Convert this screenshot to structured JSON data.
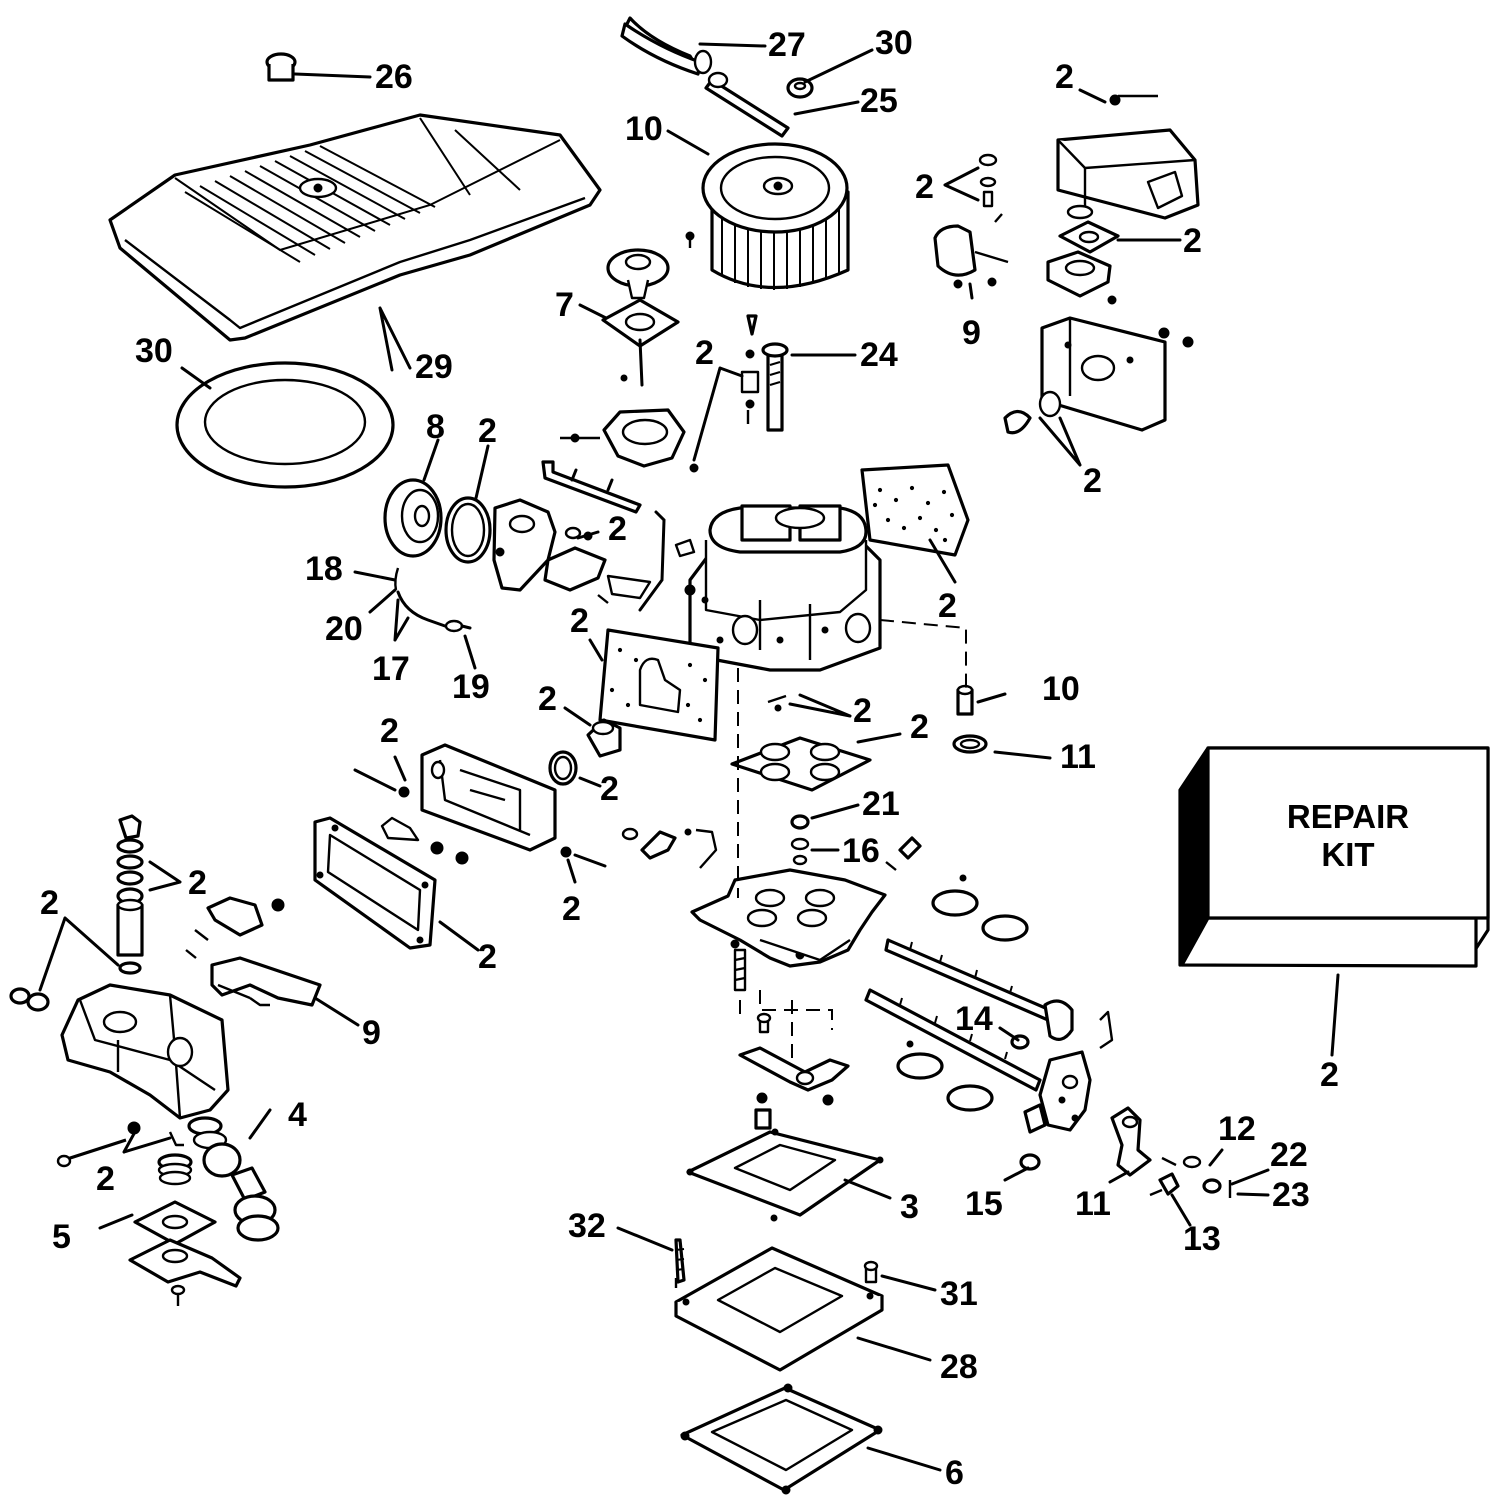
{
  "diagram": {
    "callouts": [
      {
        "id": "c27a",
        "text": "27"
      },
      {
        "id": "c30a",
        "text": "30"
      },
      {
        "id": "c26",
        "text": "26"
      },
      {
        "id": "c25",
        "text": "25"
      },
      {
        "id": "c2a",
        "text": "2"
      },
      {
        "id": "c10a",
        "text": "10"
      },
      {
        "id": "c2b",
        "text": "2"
      },
      {
        "id": "c2c",
        "text": "2"
      },
      {
        "id": "c7",
        "text": "7"
      },
      {
        "id": "c9a",
        "text": "9"
      },
      {
        "id": "c2d",
        "text": "2"
      },
      {
        "id": "c24",
        "text": "24"
      },
      {
        "id": "c30b",
        "text": "30"
      },
      {
        "id": "c29",
        "text": "29"
      },
      {
        "id": "c8",
        "text": "8"
      },
      {
        "id": "c2e",
        "text": "2"
      },
      {
        "id": "c2f",
        "text": "2"
      },
      {
        "id": "c2g",
        "text": "2"
      },
      {
        "id": "c18",
        "text": "18"
      },
      {
        "id": "c20",
        "text": "20"
      },
      {
        "id": "c2h",
        "text": "2"
      },
      {
        "id": "c17",
        "text": "17"
      },
      {
        "id": "c19",
        "text": "19"
      },
      {
        "id": "c2i",
        "text": "2"
      },
      {
        "id": "c10b",
        "text": "10"
      },
      {
        "id": "c2j",
        "text": "2"
      },
      {
        "id": "c2k",
        "text": "2"
      },
      {
        "id": "c2l",
        "text": "2"
      },
      {
        "id": "c11a",
        "text": "11"
      },
      {
        "id": "c2m",
        "text": "2"
      },
      {
        "id": "c2n",
        "text": "2"
      },
      {
        "id": "c21",
        "text": "21"
      },
      {
        "id": "c16",
        "text": "16"
      },
      {
        "id": "c2o",
        "text": "2"
      },
      {
        "id": "c2p",
        "text": "2"
      },
      {
        "id": "c2q",
        "text": "2"
      },
      {
        "id": "c2r",
        "text": "2"
      },
      {
        "id": "c9b",
        "text": "9"
      },
      {
        "id": "c14",
        "text": "14"
      },
      {
        "id": "c2s",
        "text": "2"
      },
      {
        "id": "c4",
        "text": "4"
      },
      {
        "id": "c2t",
        "text": "2"
      },
      {
        "id": "c12",
        "text": "12"
      },
      {
        "id": "c22",
        "text": "22"
      },
      {
        "id": "c5",
        "text": "5"
      },
      {
        "id": "c3",
        "text": "3"
      },
      {
        "id": "c15",
        "text": "15"
      },
      {
        "id": "c11b",
        "text": "11"
      },
      {
        "id": "c23",
        "text": "23"
      },
      {
        "id": "c13",
        "text": "13"
      },
      {
        "id": "c32",
        "text": "32"
      },
      {
        "id": "c31",
        "text": "31"
      },
      {
        "id": "c28",
        "text": "28"
      },
      {
        "id": "c6",
        "text": "6"
      }
    ],
    "repair_kit": {
      "line1": "REPAIR",
      "line2": "KIT"
    }
  }
}
